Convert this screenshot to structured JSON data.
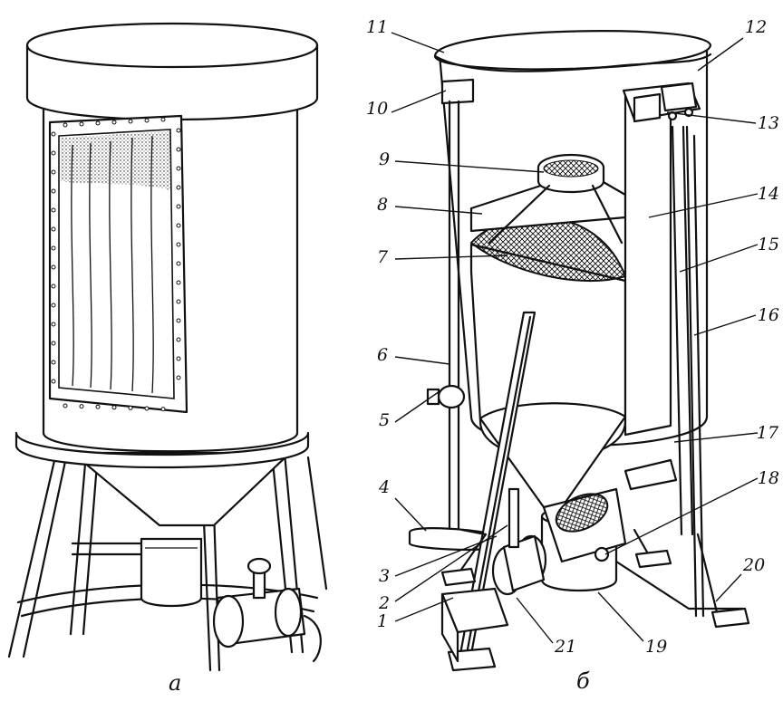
{
  "captions": {
    "left": "а",
    "right": "б"
  },
  "callouts": [
    {
      "label": "1"
    },
    {
      "label": "2"
    },
    {
      "label": "3"
    },
    {
      "label": "4"
    },
    {
      "label": "5"
    },
    {
      "label": "6"
    },
    {
      "label": "7"
    },
    {
      "label": "8"
    },
    {
      "label": "9"
    },
    {
      "label": "10"
    },
    {
      "label": "11"
    },
    {
      "label": "12"
    },
    {
      "label": "13"
    },
    {
      "label": "14"
    },
    {
      "label": "15"
    },
    {
      "label": "16"
    },
    {
      "label": "17"
    },
    {
      "label": "18"
    },
    {
      "label": "19"
    },
    {
      "label": "20"
    },
    {
      "label": "21"
    }
  ],
  "colors": {
    "ink": "#111111",
    "paper": "#ffffff"
  }
}
